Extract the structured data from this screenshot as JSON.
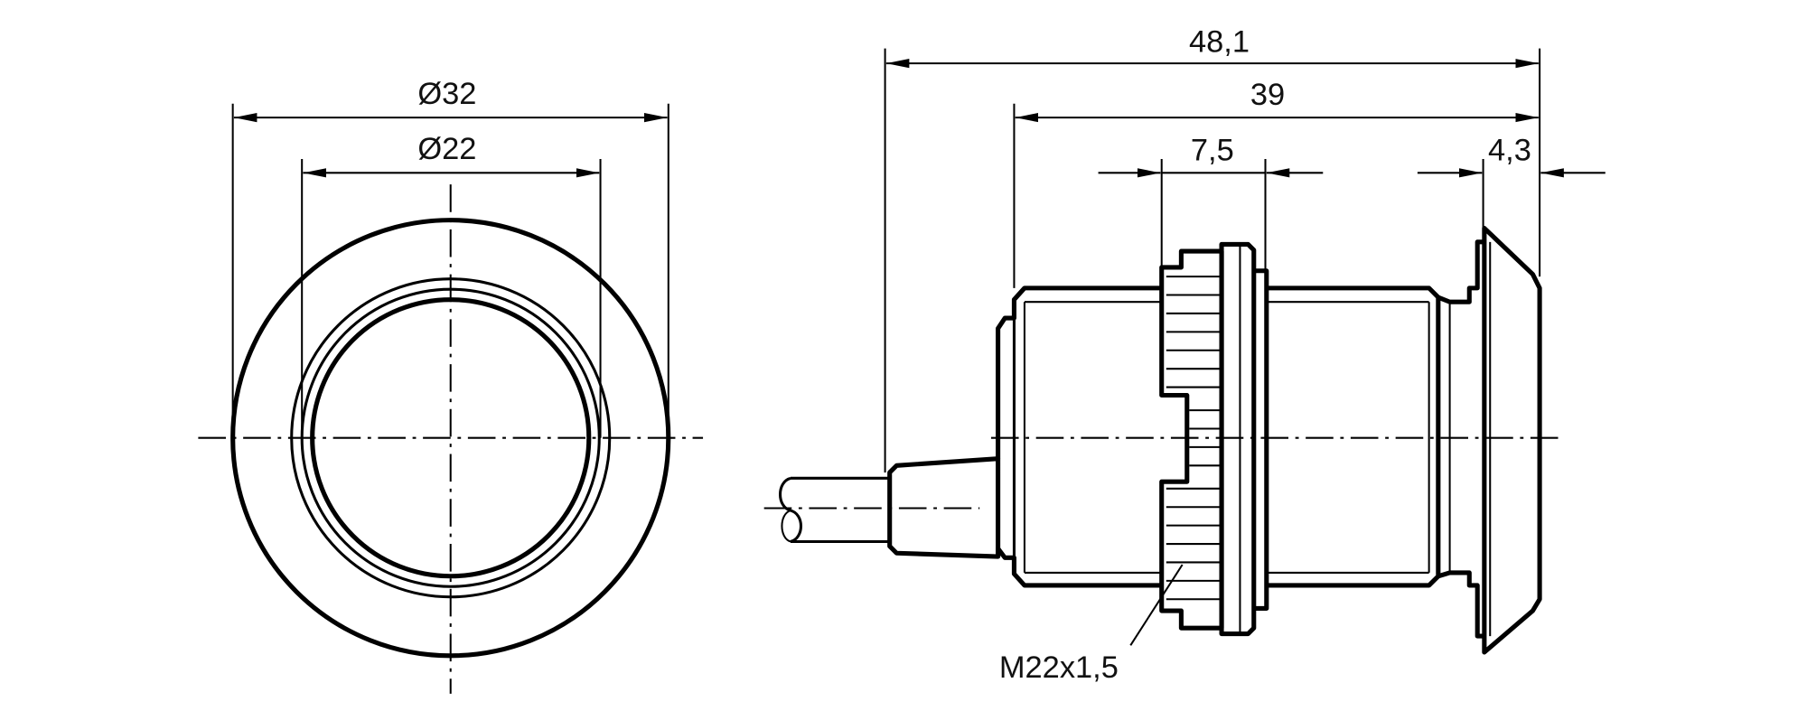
{
  "drawing": {
    "front_view": {
      "outer_diameter_label": "Ø32",
      "inner_diameter_label": "Ø22"
    },
    "side_view": {
      "overall_length_label": "48,1",
      "body_length_label": "39",
      "nut_width_label": "7,5",
      "head_length_label": "4,3",
      "thread_label": "M22x1,5"
    },
    "line_color": "#000000",
    "background": "#ffffff"
  }
}
